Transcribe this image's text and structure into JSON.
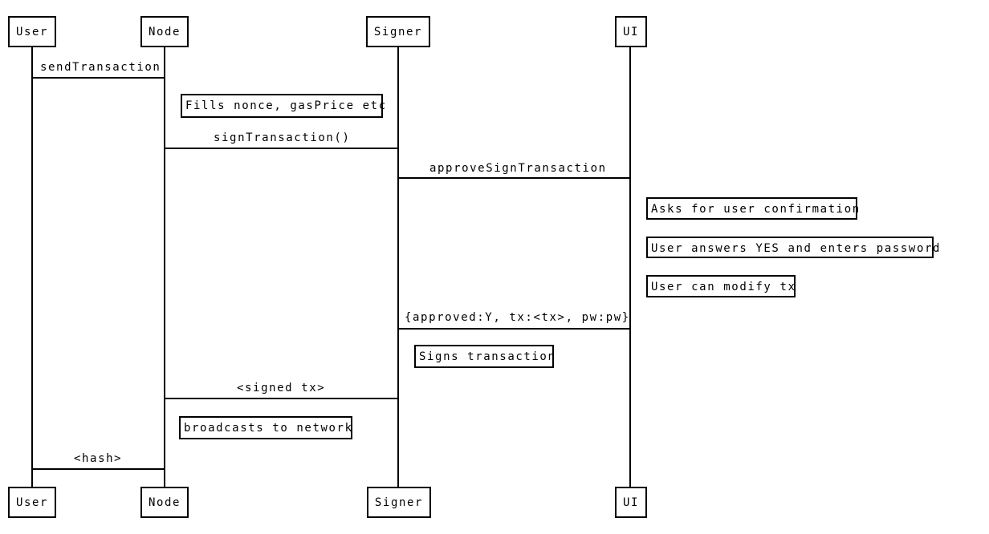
{
  "diagram": {
    "type": "sequence-diagram",
    "colors": {
      "line": "#000000",
      "background": "#ffffff",
      "text": "#000000"
    },
    "actors": [
      {
        "label": "User"
      },
      {
        "label": "Node"
      },
      {
        "label": "Signer"
      },
      {
        "label": "UI"
      }
    ],
    "messages": [
      {
        "label": "sendTransaction",
        "from": "User",
        "to": "Node"
      },
      {
        "label": "signTransaction()",
        "from": "Node",
        "to": "Signer"
      },
      {
        "label": "approveSignTransaction",
        "from": "Signer",
        "to": "UI"
      },
      {
        "label": "{approved:Y, tx:<tx>, pw:pw}",
        "from": "UI",
        "to": "Signer"
      },
      {
        "label": "<signed tx>",
        "from": "Signer",
        "to": "Node"
      },
      {
        "label": "<hash>",
        "from": "Node",
        "to": "User"
      }
    ],
    "notes": [
      {
        "text": "Fills nonce, gasPrice etc",
        "actor": "Node"
      },
      {
        "text": "Asks for user confirmation",
        "actor": "UI"
      },
      {
        "text": "User answers YES and enters password",
        "actor": "UI"
      },
      {
        "text": "User can modify tx",
        "actor": "UI"
      },
      {
        "text": "Signs transaction",
        "actor": "Signer"
      },
      {
        "text": "broadcasts to network",
        "actor": "Node"
      }
    ]
  }
}
